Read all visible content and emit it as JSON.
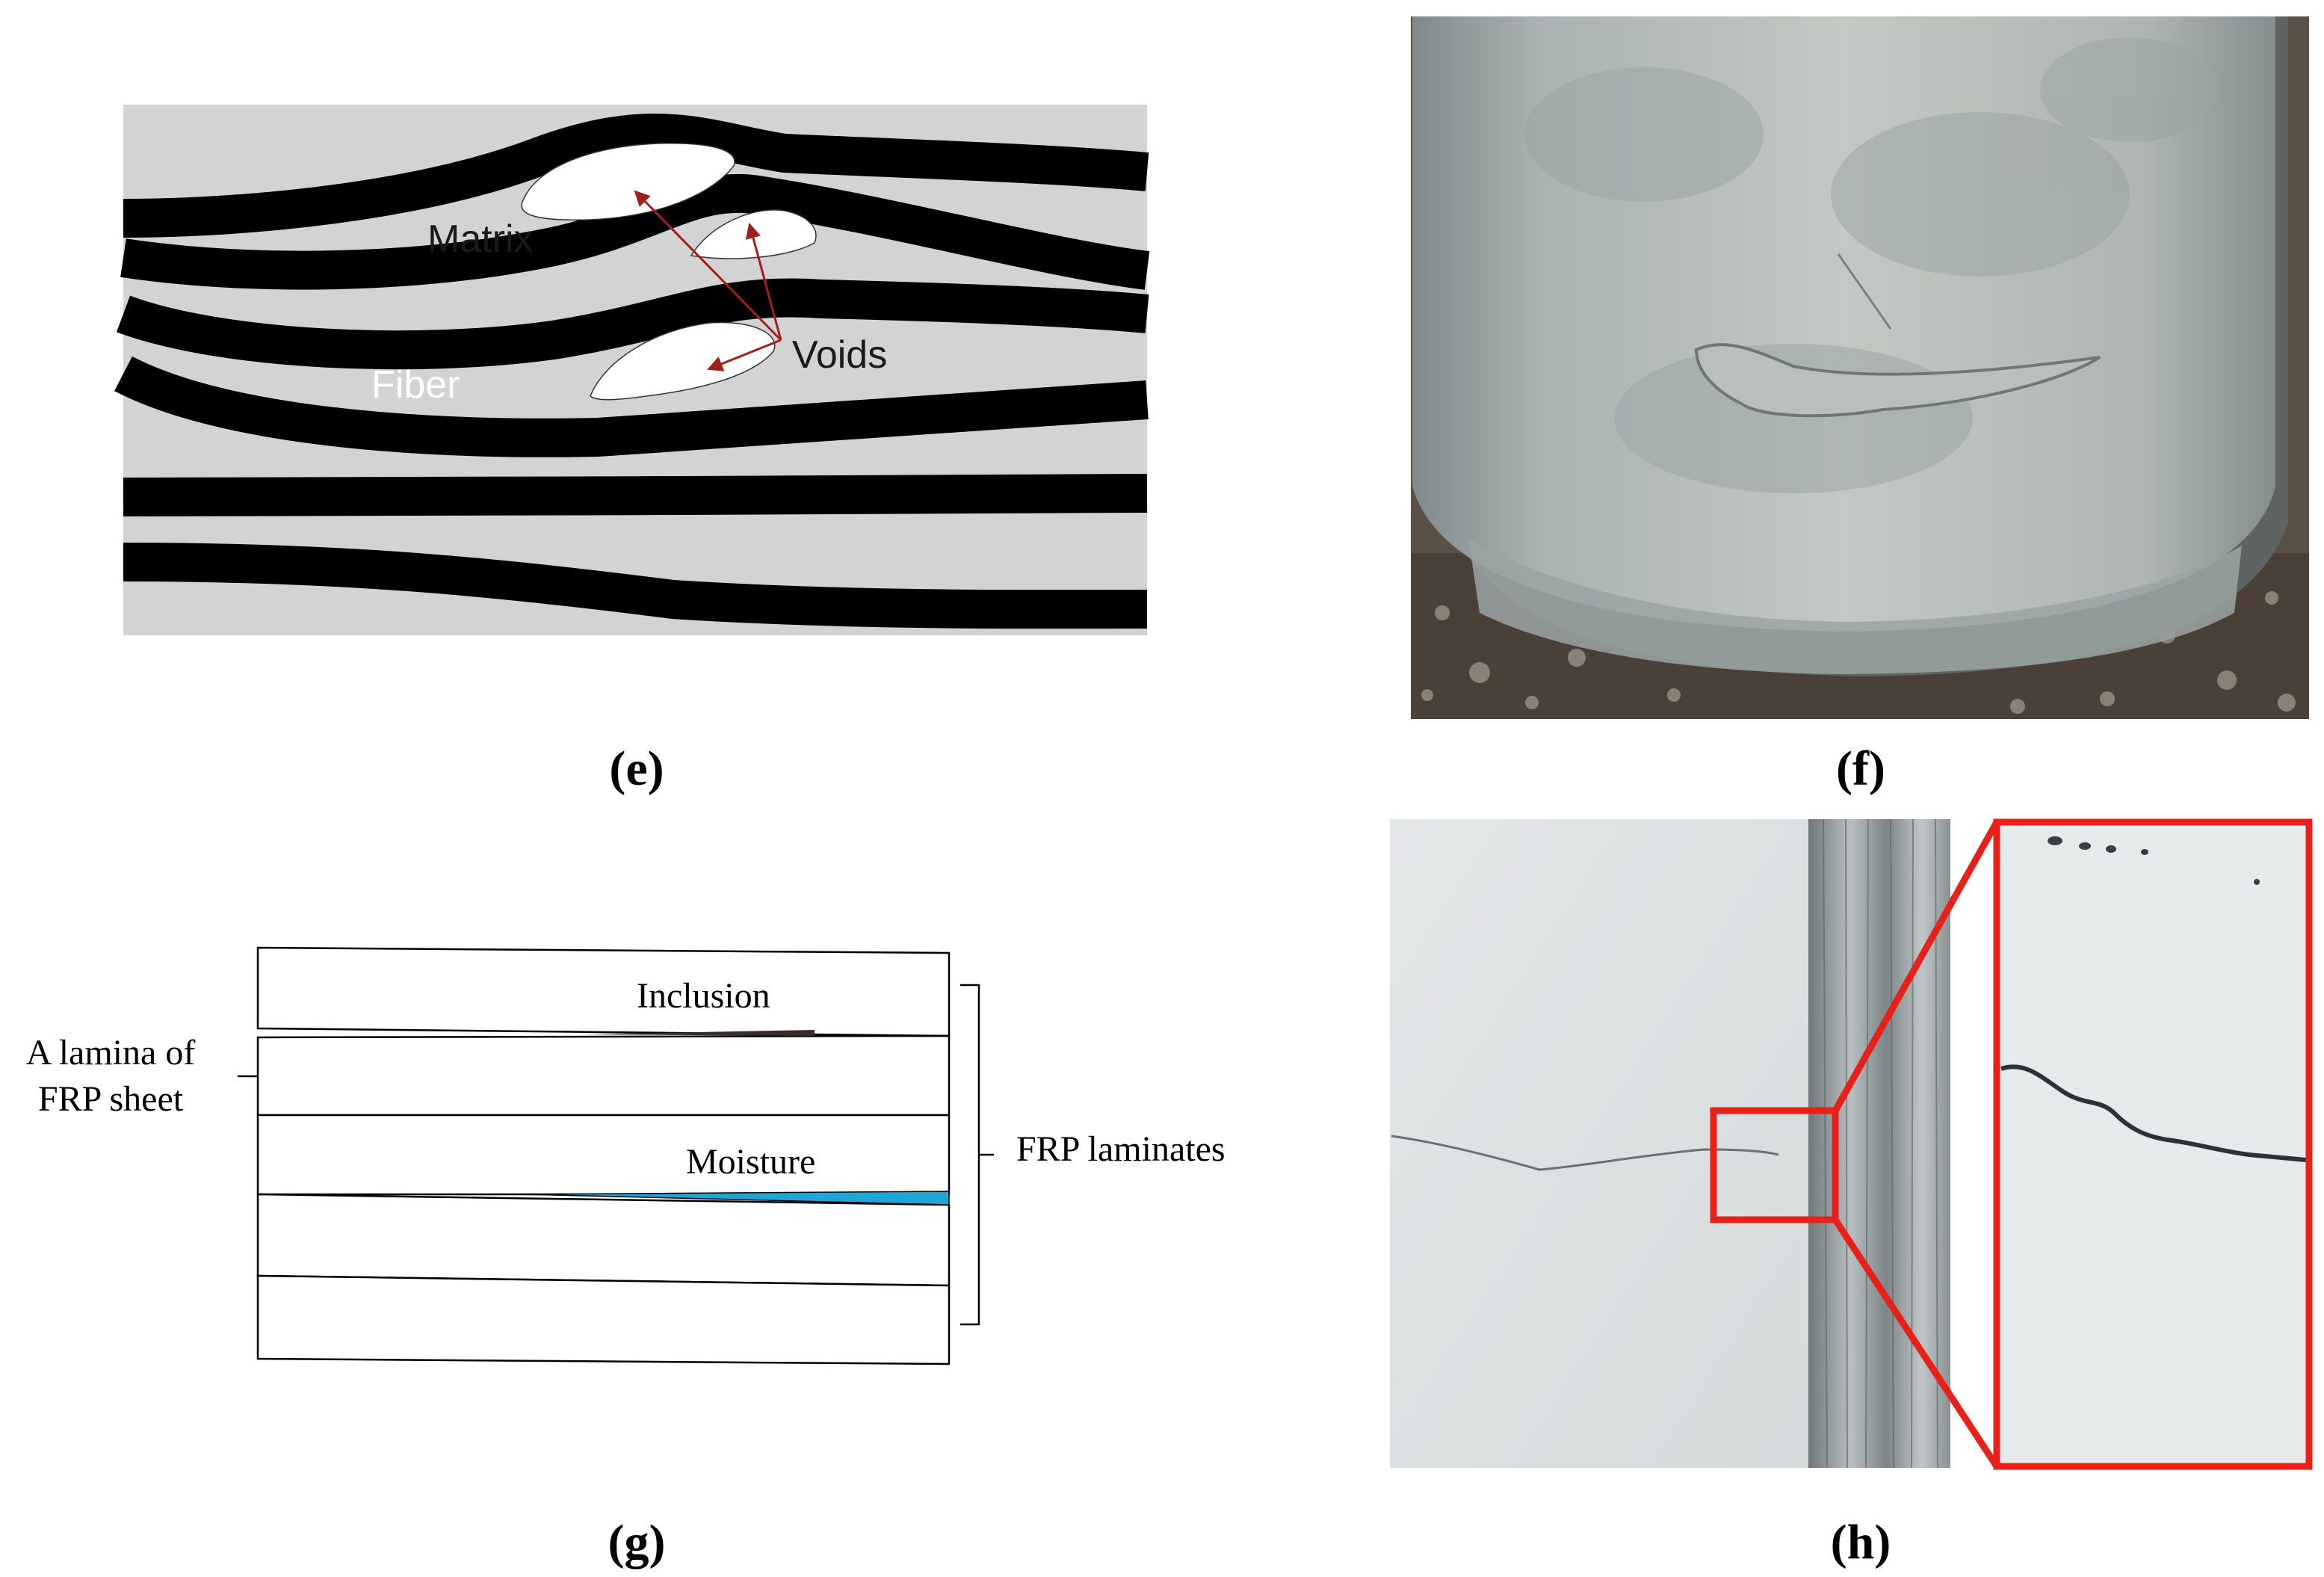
{
  "panels": {
    "e": {
      "caption": "(e)",
      "labels": {
        "matrix": "Matrix",
        "fiber": "Fiber",
        "voids": "Voids"
      }
    },
    "f": {
      "caption": "(f)"
    },
    "g": {
      "caption": "(g)",
      "labels": {
        "inclusion": "Inclusion",
        "moisture": "Moisture",
        "lamina_line1": "A lamina of",
        "lamina_line2": "FRP sheet",
        "laminates": "FRP laminates"
      }
    },
    "h": {
      "caption": "(h)"
    }
  },
  "colors": {
    "matrix_gray": "#d3d3d3",
    "fiber_black": "#000000",
    "void_white": "#ffffff",
    "arrow_red": "#a0201c",
    "moisture_cyan": "#1ea6d6",
    "highlight_red": "#e8201a"
  }
}
